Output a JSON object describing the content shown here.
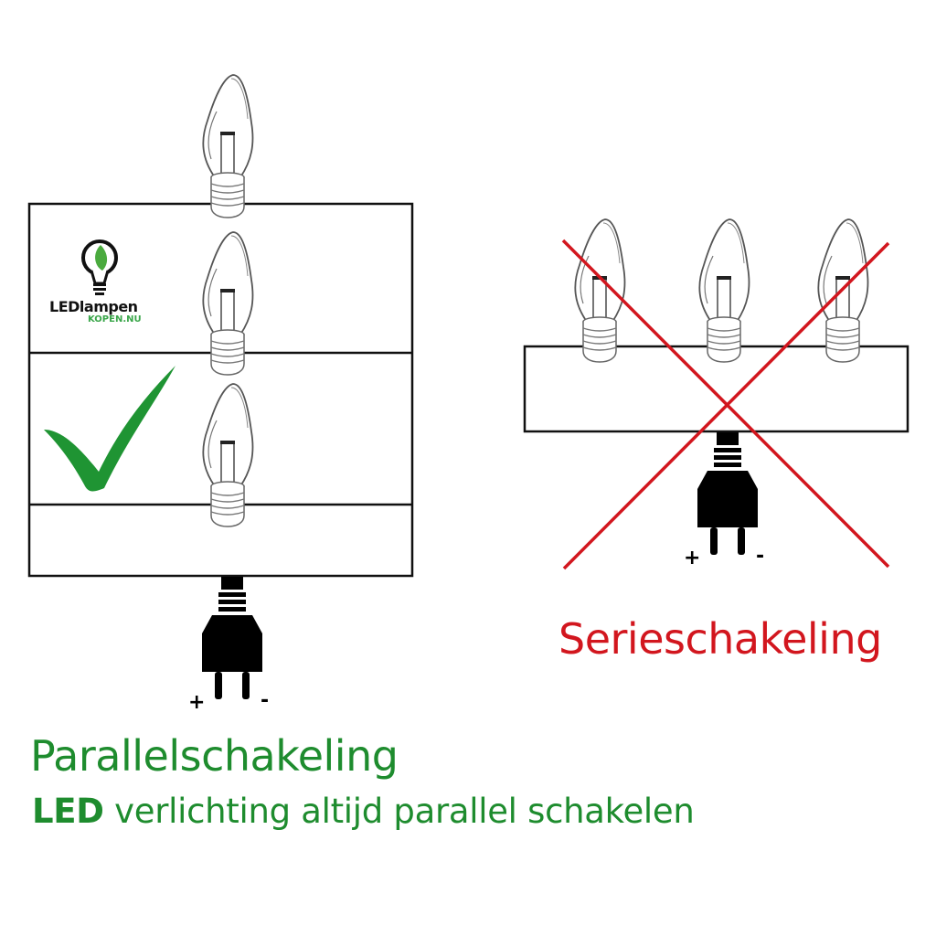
{
  "parallel": {
    "title": "Parallelschakeling",
    "subtitle_bold": "LED",
    "subtitle_rest": " verlichting altijd parallel schakelen",
    "status": "correct",
    "status_icon": "checkmark-icon",
    "plug": {
      "plus": "+",
      "minus": "-"
    },
    "bulb_count": 3
  },
  "series": {
    "title": "Serieschakeling",
    "status": "incorrect",
    "status_icon": "cross-icon",
    "plug": {
      "plus": "+",
      "minus": "-"
    },
    "bulb_count": 3
  },
  "logo": {
    "name": "LEDlampen",
    "sub": "KOPEN.NU"
  },
  "colors": {
    "green": "#1e8c2e",
    "red": "#d2161e",
    "line": "#111111"
  }
}
